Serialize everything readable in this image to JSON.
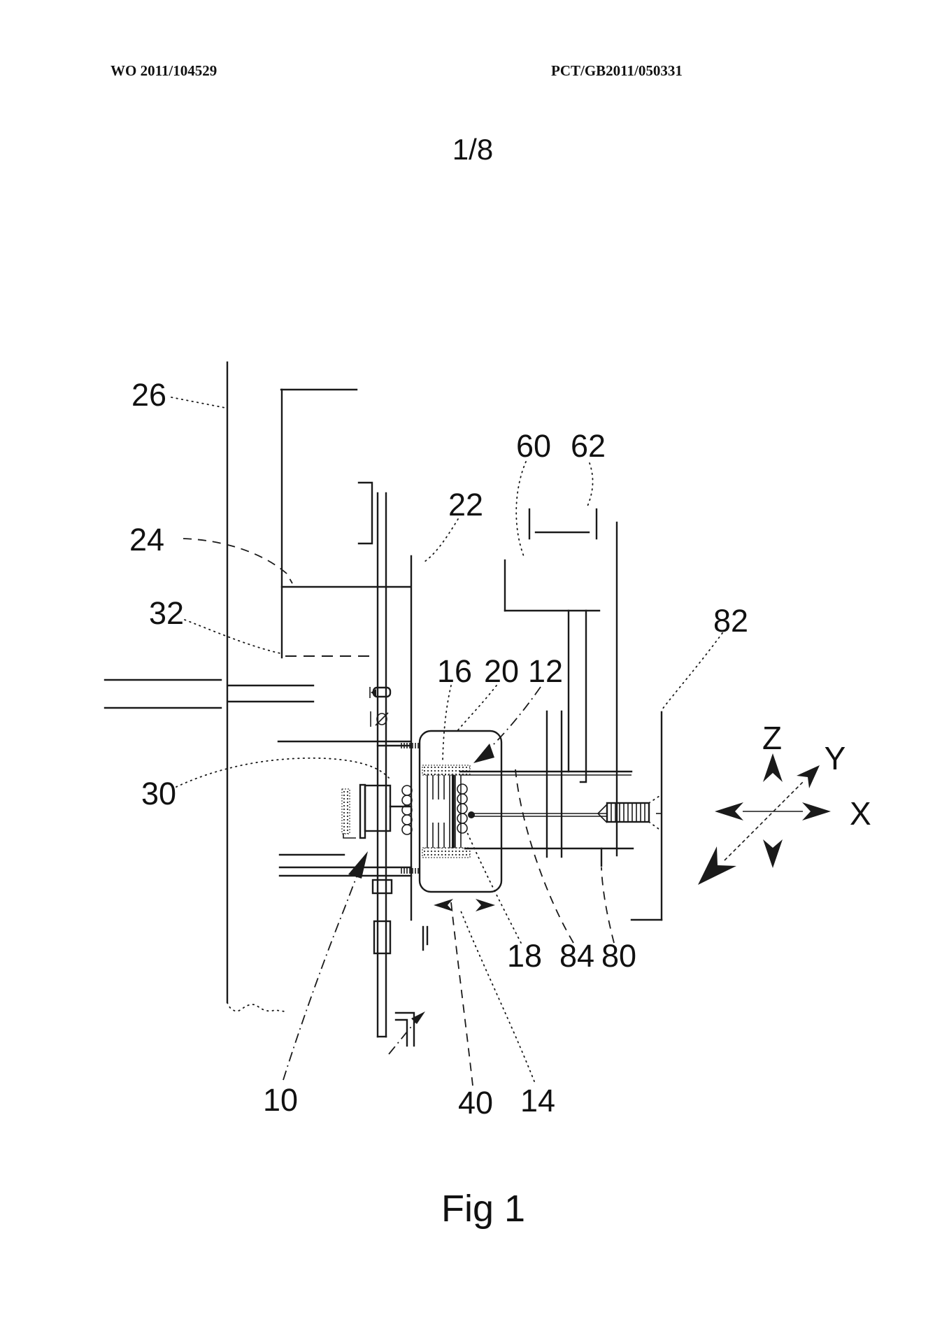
{
  "header": {
    "doc_number_left": "WO 2011/104529",
    "doc_number_right": "PCT/GB2011/050331",
    "page_indicator": "1/8"
  },
  "figure": {
    "caption": "Fig 1",
    "reference_numerals": {
      "10": "10",
      "12": "12",
      "14": "14",
      "16": "16",
      "18": "18",
      "20": "20",
      "22": "22",
      "24": "24",
      "26": "26",
      "30": "30",
      "32": "32",
      "40": "40",
      "60": "60",
      "62": "62",
      "80": "80",
      "82": "82",
      "84": "84"
    },
    "axis_labels": {
      "vertical": "Z",
      "diagonal": "Y",
      "horizontal": "X"
    }
  },
  "colors": {
    "ink": "#1a1a1a",
    "paper": "#ffffff"
  }
}
